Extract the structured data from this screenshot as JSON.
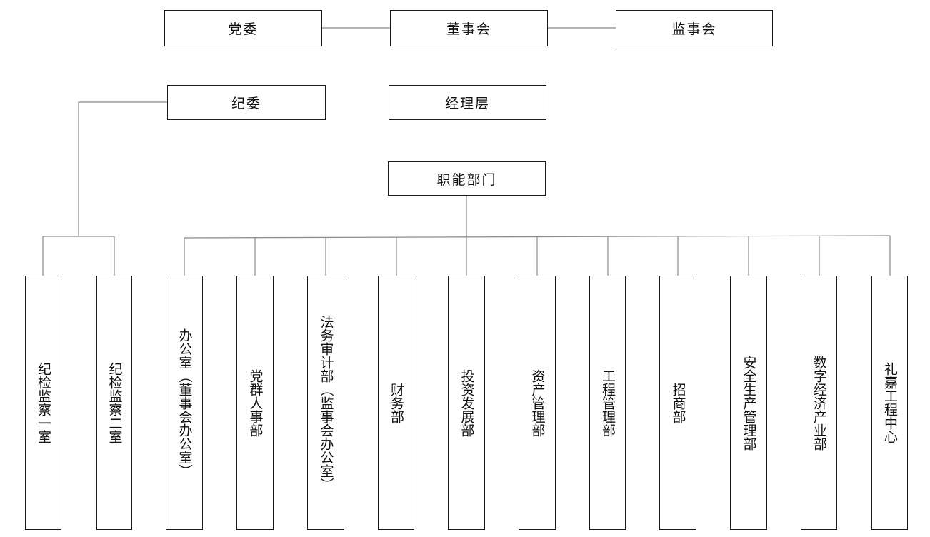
{
  "top_row": {
    "party_committee": "党委",
    "board_of_directors": "董事会",
    "board_of_supervisors": "监事会"
  },
  "second_row": {
    "discipline_committee": "纪委",
    "management": "经理层"
  },
  "functional_departments": "职能部门",
  "discipline_offices": [
    "纪检监察一室",
    "纪检监察二室"
  ],
  "departments": [
    "办公室（董事会办公室）",
    "党群人事部",
    "法务审计部（监事会办公室）",
    "财务部",
    "投资发展部",
    "资产管理部",
    "工程管理部",
    "招商部",
    "安全生产管理部",
    "数字经济产业部",
    "礼嘉工程中心"
  ],
  "colors": {
    "box_border": "#1a1a1a",
    "line": "#8a8a8a",
    "text": "#111111"
  }
}
